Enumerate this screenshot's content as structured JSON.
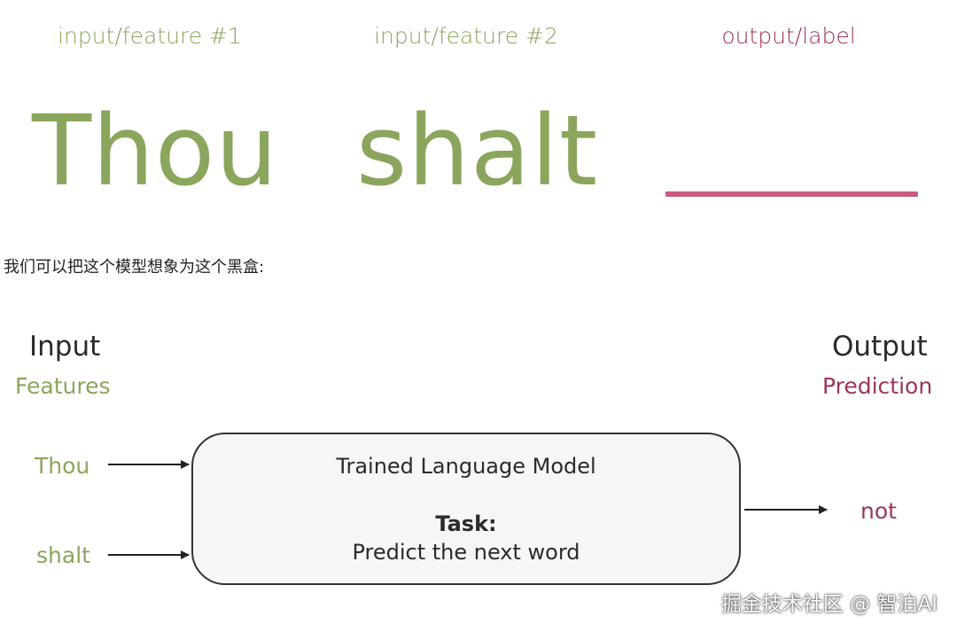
{
  "top_section": {
    "label_feature_1": "input/feature #1",
    "label_feature_2": "input/feature #2",
    "label_output": "output/label",
    "word_1": "Thou",
    "word_2": "shalt"
  },
  "caption": "我们可以把这个模型想象为这个黑盒:",
  "diagram": {
    "input_heading": "Input",
    "input_subheading": "Features",
    "output_heading": "Output",
    "output_subheading": "Prediction",
    "features": [
      "Thou",
      "shalt"
    ],
    "model_title": "Trained Language Model",
    "task_label": "Task:",
    "task_description": "Predict the next word",
    "prediction": "not"
  },
  "watermark": "掘金技术社区 @ 智泊AI",
  "colors": {
    "feature_green": "#8aa65c",
    "output_red": "#9c3558",
    "blank_line": "#c95b80"
  }
}
